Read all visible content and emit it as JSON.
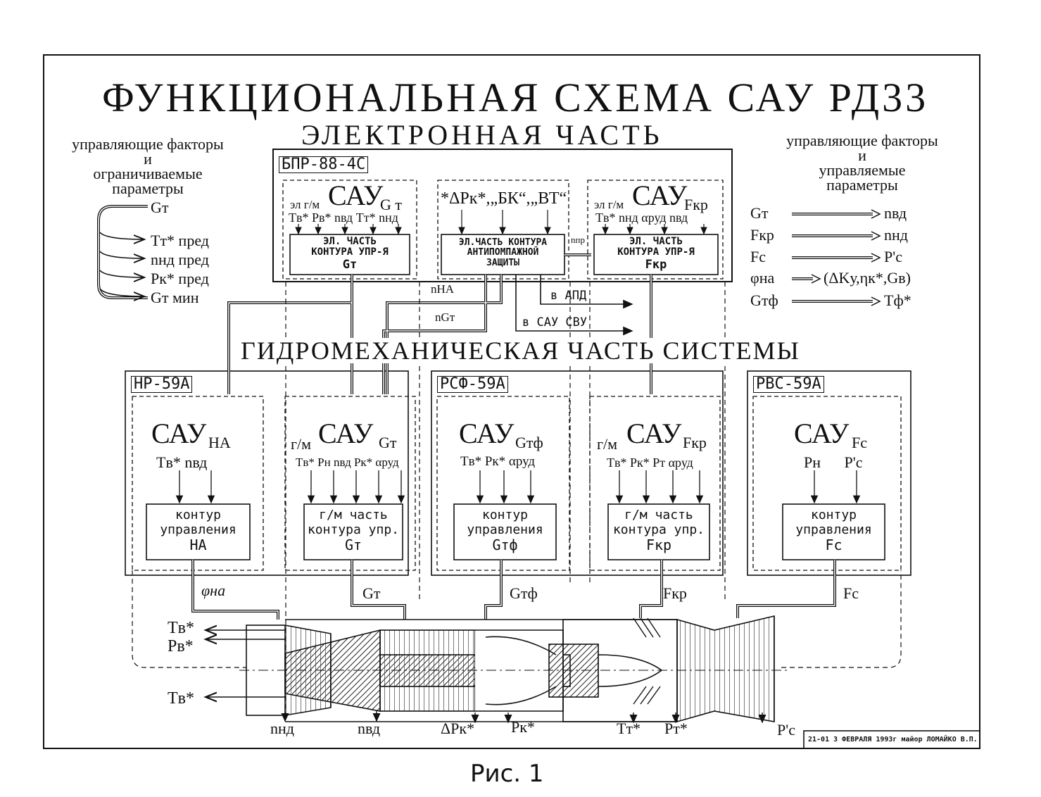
{
  "title": "ФУНКЦИОНАЛЬНАЯ СХЕМА САУ РД33",
  "electronic_part": "ЭЛЕКТРОННАЯ ЧАСТЬ",
  "hydro_part": "ГИДРОМЕХАНИЧЕСКАЯ ЧАСТЬ СИСТЕМЫ",
  "left_legend": {
    "heading_1": "управляющие факторы",
    "heading_2": "и",
    "heading_3": "ограничиваемые",
    "heading_4": "параметры",
    "items": [
      "Gт",
      "Tт* пред",
      "nнд пред",
      "Pк* пред",
      "Gт мин"
    ]
  },
  "right_legend": {
    "heading_1": "управляющие факторы",
    "heading_2": "и",
    "heading_3": "управляемые",
    "heading_4": "параметры",
    "rows": [
      {
        "from": "Gт",
        "to": "nвд"
      },
      {
        "from": "Fкр",
        "to": "nнд"
      },
      {
        "from": "Fс",
        "to": "P'c"
      },
      {
        "from": "φна",
        "to": "(ΔKу,ηк*,Gв)"
      },
      {
        "from": "Gтф",
        "to": "Tф*"
      }
    ]
  },
  "electronic": {
    "tag": "БПР-88-4С",
    "block1": {
      "prefix": "эл г/м",
      "name": "САУ",
      "sub": "G т",
      "inputs": "Tв* Pв* nвд Tт* nнд",
      "ctl_1": "ЭЛ. ЧАСТЬ",
      "ctl_2": "КОНТУРА УПР-Я",
      "ctl_3": "Gт"
    },
    "block2": {
      "inputs": "*ΔPк*,„БК“,„ВТ“",
      "ctl_1": "ЭЛ.ЧАСТЬ КОНТУРА",
      "ctl_2": "АНТИПОМПАЖНОЙ",
      "ctl_3": "ЗАЩИТЫ",
      "link": "nпр"
    },
    "block3": {
      "prefix": "эл г/м",
      "name": "САУ",
      "sub": "Fкр",
      "inputs": "Tв* nнд αруд nвд",
      "ctl_1": "ЭЛ. ЧАСТЬ",
      "ctl_2": "КОНТУРА УПР-Я",
      "ctl_3": "Fкр"
    },
    "signal_na": "nНА",
    "signal_gt": "nGт",
    "out_apd": "в АПД",
    "out_sau": "в САУ СВУ"
  },
  "hydro": {
    "tags": [
      "НР-59А",
      "РСФ-59А",
      "РВС-59А"
    ],
    "blocks": [
      {
        "pre": "",
        "name": "САУ",
        "sub": "НА",
        "inputs": "Tв* nвд",
        "ctl_1": "контур",
        "ctl_2": "управления",
        "ctl_3": "НА",
        "out": "φна"
      },
      {
        "pre": "г/м",
        "name": "САУ",
        "sub": "Gт",
        "inputs": "Tв* Pн nвд Pк* αруд",
        "ctl_1": "г/м часть",
        "ctl_2": "контура упр.",
        "ctl_3": "Gт",
        "out": "Gт"
      },
      {
        "pre": "",
        "name": "САУ",
        "sub": "Gтф",
        "inputs": "Tв* Pк* αруд",
        "ctl_1": "контур",
        "ctl_2": "управления",
        "ctl_3": "Gтф",
        "out": "Gтф"
      },
      {
        "pre": "г/м",
        "name": "САУ",
        "sub": "Fкр",
        "inputs": "Tв* Pк* Pт αруд",
        "ctl_1": "г/м часть",
        "ctl_2": "контура упр.",
        "ctl_3": "Fкр",
        "out": "Fкр"
      },
      {
        "pre": "",
        "name": "САУ",
        "sub": "Fc",
        "inputs": "Pн P'c",
        "ctl_1": "контур",
        "ctl_2": "управления",
        "ctl_3": "Fc",
        "out": "Fc"
      }
    ]
  },
  "engine": {
    "left_signals": [
      "Tв*",
      "Pв*",
      "Tв*"
    ],
    "bottom_signals": [
      "nнд",
      "nвд",
      "ΔPк*",
      "Pк*",
      "Tт*",
      "Pт*",
      "P'c"
    ]
  },
  "stamp": "21-01 3 ФЕВРАЛЯ 1993г майор ЛОМАЙКО В.П.",
  "caption": "Рис. 1"
}
